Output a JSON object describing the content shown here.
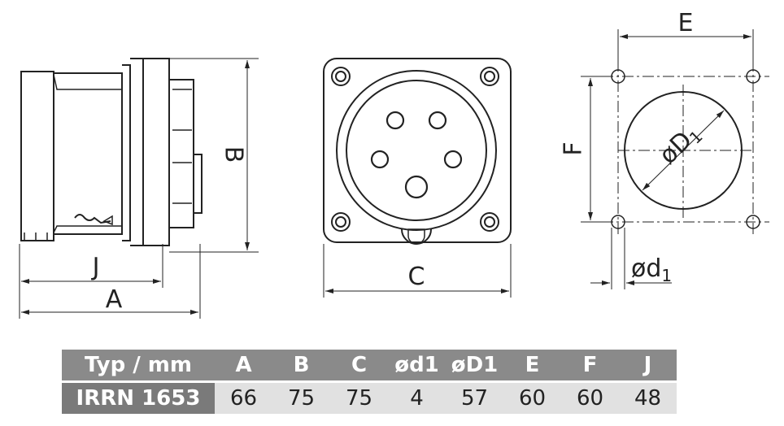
{
  "drawing": {
    "labels": {
      "A": "A",
      "J": "J",
      "B": "B",
      "C": "C",
      "E": "E",
      "F": "F",
      "D1_main": "øD",
      "D1_sub": "1",
      "d1_main": "ød",
      "d1_sub": "1"
    }
  },
  "table": {
    "headers": [
      "Typ / mm",
      "A",
      "B",
      "C",
      "ød1",
      "øD1",
      "E",
      "F",
      "J"
    ],
    "rows": [
      [
        "IRRN 1653",
        "66",
        "75",
        "75",
        "4",
        "57",
        "60",
        "60",
        "48"
      ]
    ]
  }
}
